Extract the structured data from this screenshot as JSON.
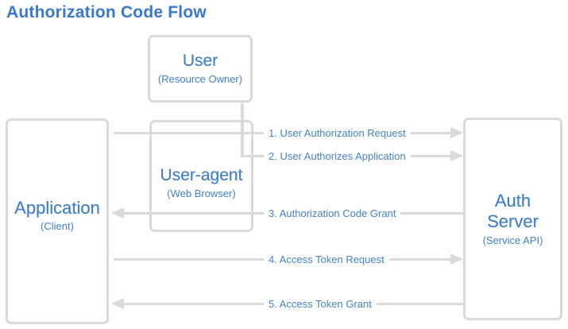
{
  "title": "Authorization Code Flow",
  "colors": {
    "title_blue": "#3878d3",
    "node_text_blue": "#4281c8",
    "flow_label_blue": "#4383c9",
    "line_gray": "#dadada",
    "background": "#ffffff"
  },
  "nodes": {
    "user": {
      "title": "User",
      "subtitle": "(Resource Owner)"
    },
    "user_agent": {
      "title": "User-agent",
      "subtitle": "(Web Browser)"
    },
    "application": {
      "title": "Application",
      "subtitle": "(Client)"
    },
    "auth_server": {
      "title": "Auth Server",
      "subtitle": "(Service API)"
    }
  },
  "flows": [
    {
      "step": 1,
      "label": "1. User Authorization Request",
      "from": "application",
      "to": "auth_server",
      "direction": "right"
    },
    {
      "step": 2,
      "label": "2. User Authorizes Application",
      "from": "user",
      "to": "auth_server",
      "direction": "right"
    },
    {
      "step": 3,
      "label": "3. Authorization Code Grant",
      "from": "auth_server",
      "to": "application",
      "direction": "left"
    },
    {
      "step": 4,
      "label": "4. Access Token Request",
      "from": "application",
      "to": "auth_server",
      "direction": "right"
    },
    {
      "step": 5,
      "label": "5. Access Token Grant",
      "from": "auth_server",
      "to": "application",
      "direction": "left"
    }
  ]
}
